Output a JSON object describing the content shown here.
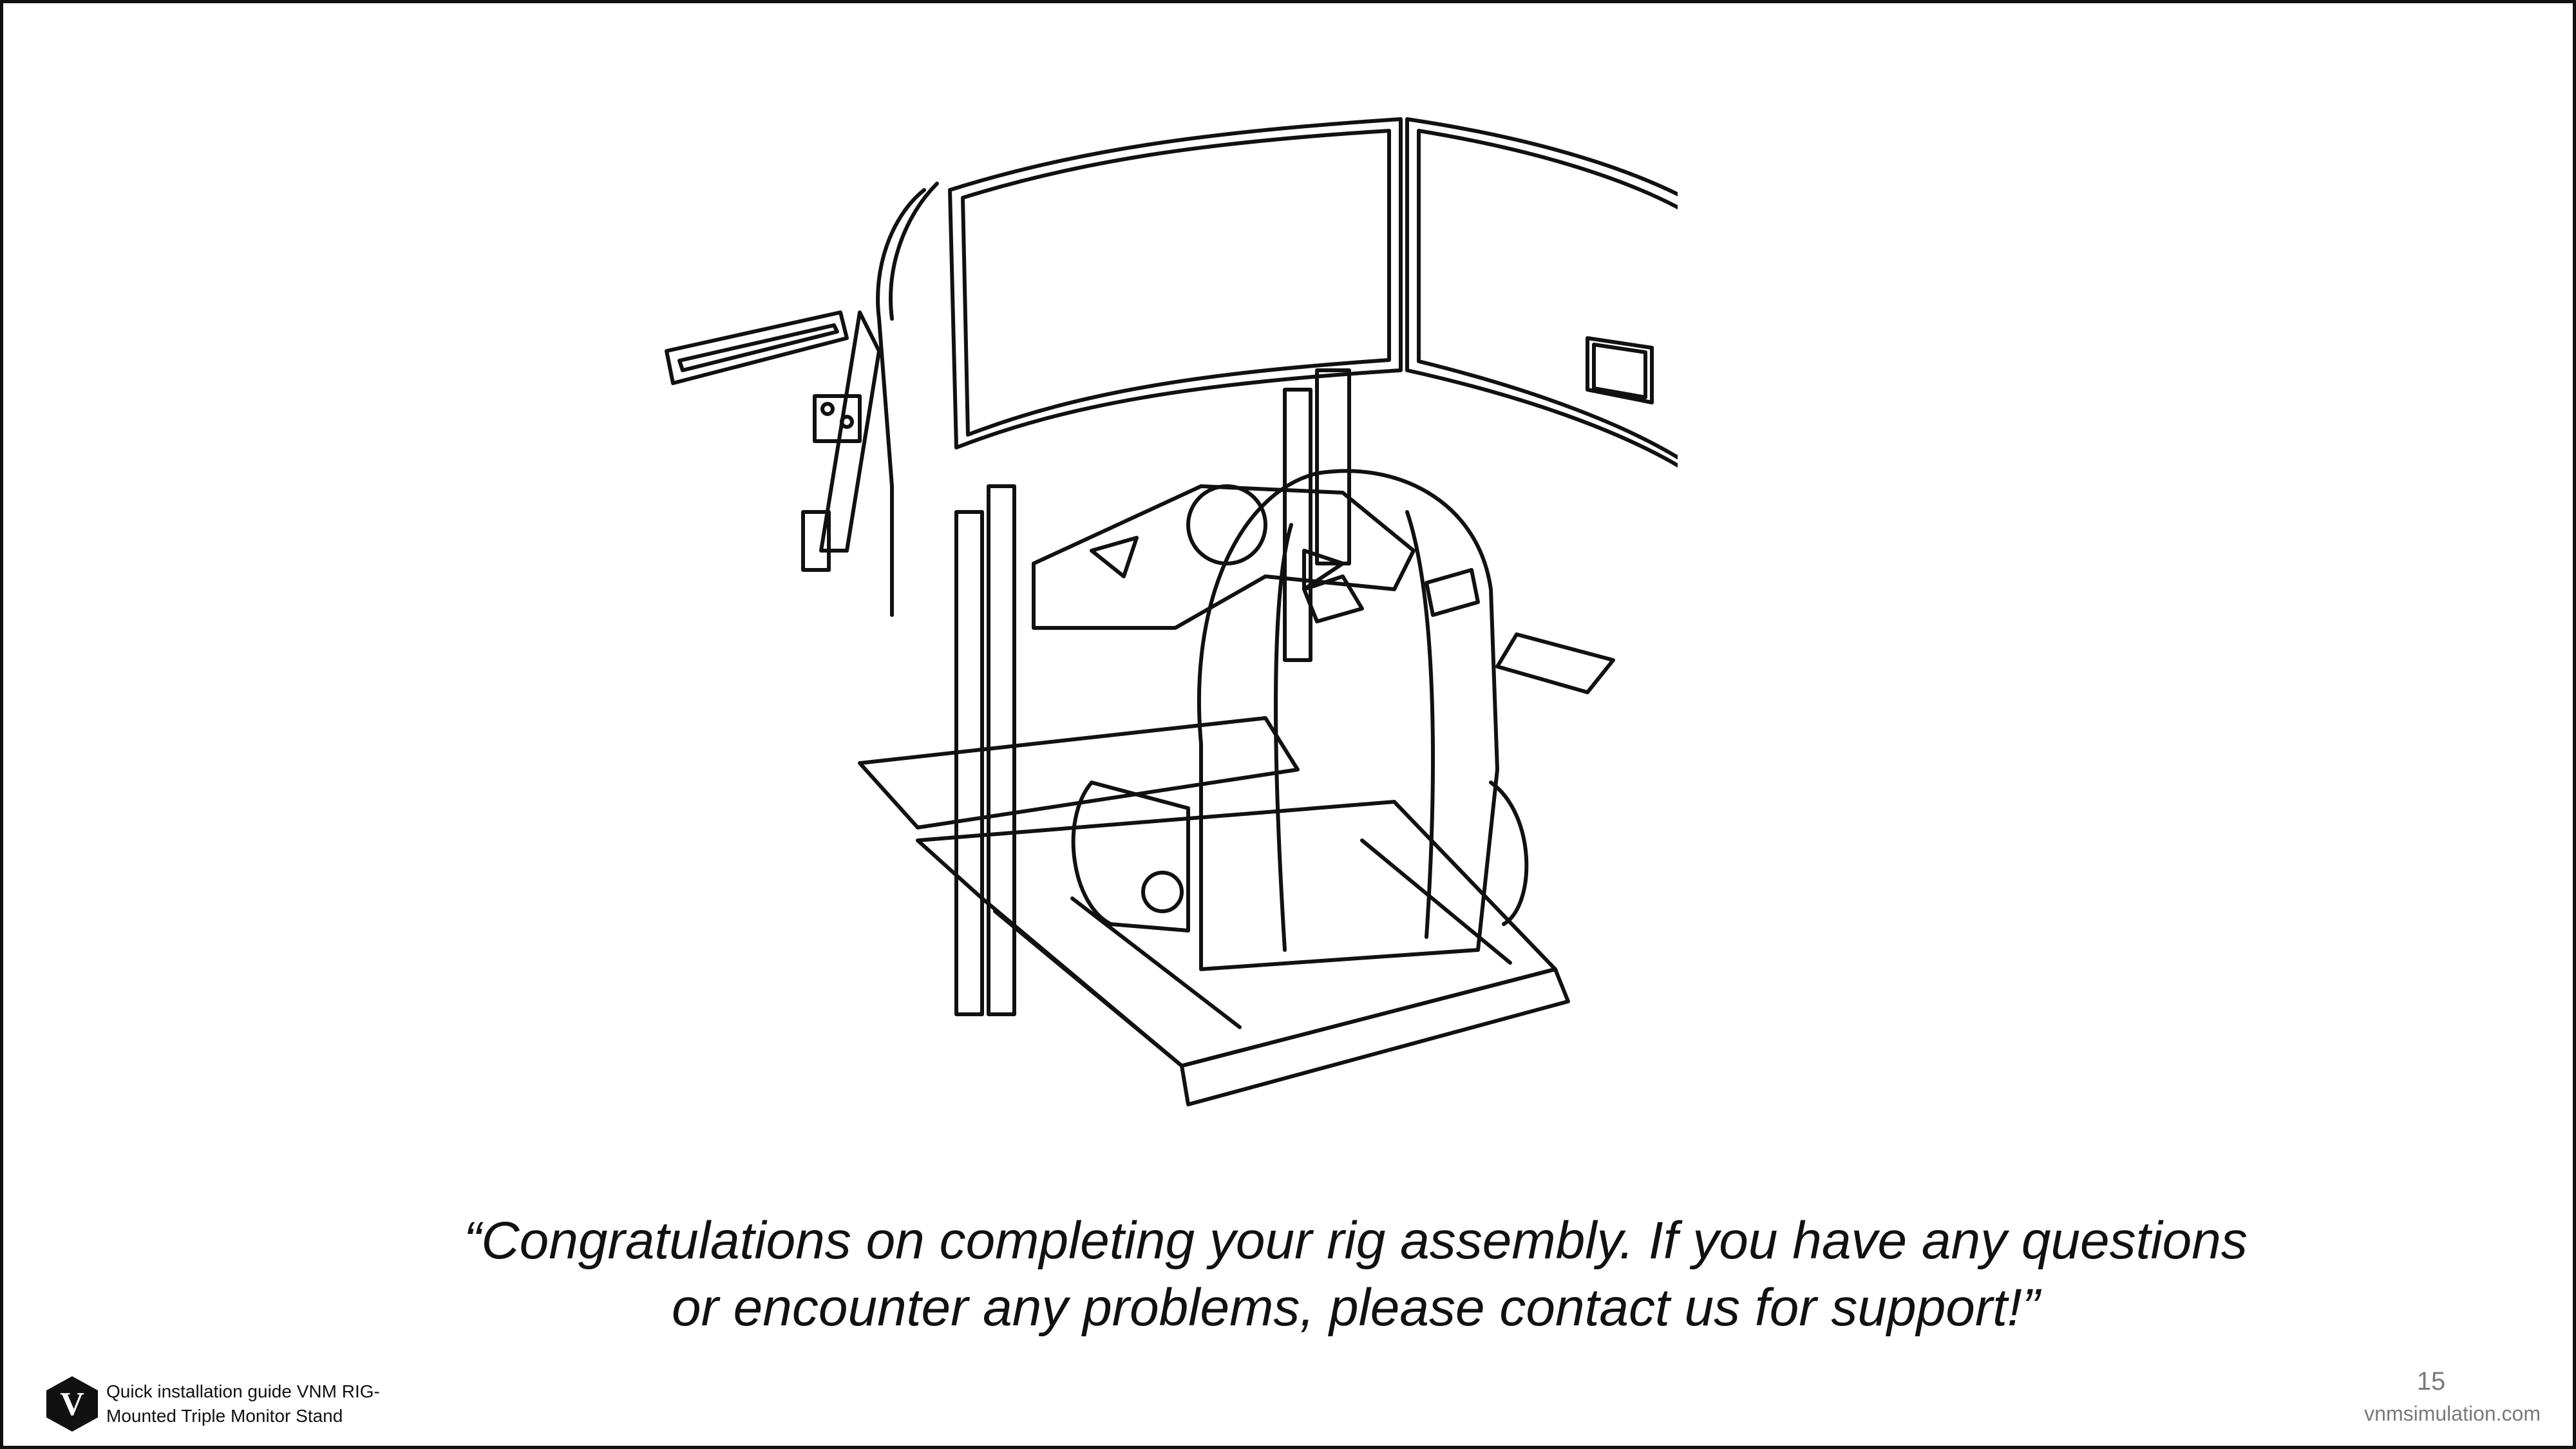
{
  "slide": {
    "quote_line_1": "“Congratulations on completing your rig assembly. If you have any questions",
    "quote_line_2": "or encounter any problems, please contact us for support!”",
    "footer": {
      "guide_title_line_1": "Quick installation guide VNM RIG-",
      "guide_title_line_2": "Mounted Triple Monitor Stand",
      "logo_letter": "V",
      "page_number": "15",
      "website": "vnmsimulation.com"
    }
  },
  "colors": {
    "line": "#111111",
    "background": "#ffffff",
    "muted_text": "#7a7a7a"
  }
}
